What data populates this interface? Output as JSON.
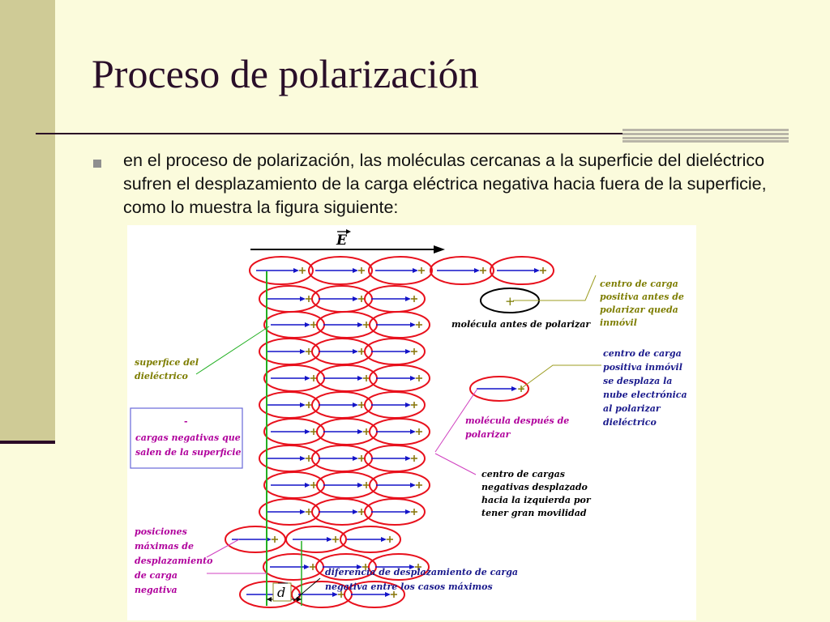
{
  "slide": {
    "title": "Proceso de polarización",
    "bullet_text": "en el proceso de polarización, las moléculas cercanas a la superficie del dieléctrico sufren el desplazamiento de la carga eléctrica negativa hacia fuera de la superficie, como lo muestra la figura siguiente:"
  },
  "figure": {
    "field_symbol": "E",
    "plus_sign": "+",
    "minus_sign": "-",
    "d_symbol": "d",
    "labels": {
      "molecule_before": "molécula antes de polarizar",
      "center_positive_before": [
        "centro de carga",
        "positiva antes de",
        "polarizar queda",
        "inmóvil"
      ],
      "surface": [
        "superfice del",
        "dieléctrico"
      ],
      "center_positive_immobile": [
        "centro de carga",
        "positiva inmóvil",
        "se desplaza la",
        "nube electrónica",
        "al polarizar",
        "dieléctrico"
      ],
      "molecule_after": [
        "molécula después de",
        "polarizar"
      ],
      "negative_charges_legend": [
        "cargas negativas que",
        "salen de la superficie"
      ],
      "center_negative_displaced": [
        "centro de cargas",
        "negativas desplazado",
        "hacia la izquierda por",
        "tener gran movilidad"
      ],
      "max_positions": [
        "posiciones",
        "máximas de",
        "desplazamiento",
        "de carga",
        "negativa"
      ],
      "displacement_difference": [
        "diferencia de desplazamiento de carga",
        "negativa entre los casos máximos"
      ]
    },
    "colors": {
      "ellipse": "#e8101c",
      "arrow": "#1414c8",
      "surface_line": "#22b022",
      "label_green": "#7d7d00",
      "label_blue": "#1a1a8c",
      "label_magenta": "#b0009c",
      "label_black": "#000000",
      "legend_border": "#6868d8"
    }
  }
}
